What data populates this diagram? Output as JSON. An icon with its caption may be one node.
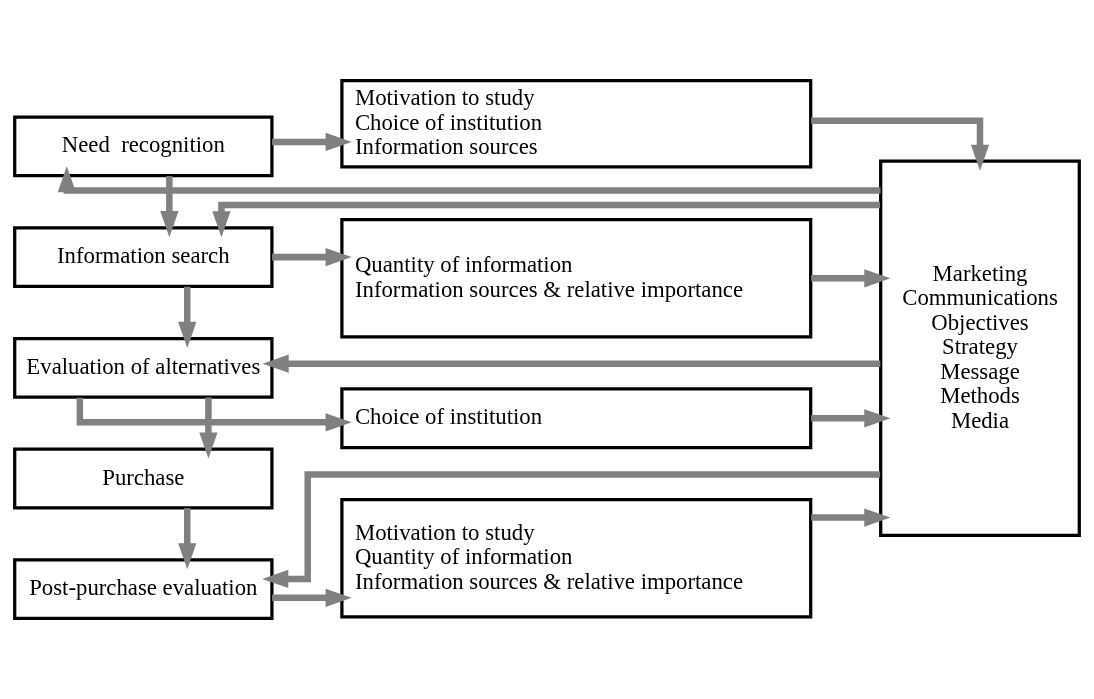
{
  "diagram": {
    "nodes": [
      {
        "text": [
          "Need  recognition"
        ]
      },
      {
        "text": [
          "Motivation to study",
          "Choice of institution",
          "Information sources"
        ]
      },
      {
        "text": [
          "Marketing",
          "Communications",
          "Objectives",
          "Strategy",
          "Message",
          "Methods",
          "Media"
        ]
      },
      {
        "text": [
          "Information search"
        ]
      },
      {
        "text": [
          "Quantity of information",
          "Information sources & relative importance"
        ]
      },
      {
        "text": [
          "Evaluation of alternatives"
        ]
      },
      {
        "text": [
          "Choice of institution"
        ]
      },
      {
        "text": [
          "Purchase"
        ]
      },
      {
        "text": [
          "Motivation to study",
          "Quantity of information",
          "Information sources & relative importance"
        ]
      },
      {
        "text": [
          "Post-purchase evaluation"
        ]
      }
    ],
    "edges": [
      {
        "from": 0,
        "to": 1,
        "arrow": "to"
      },
      {
        "from": 1,
        "to": 2,
        "arrow": "to"
      },
      {
        "from": 2,
        "to": 0,
        "arrow": "to"
      },
      {
        "from": 0,
        "to": 3,
        "arrow": "to"
      },
      {
        "from": 3,
        "to": 4,
        "arrow": "to"
      },
      {
        "from": 4,
        "to": 2,
        "arrow": "to"
      },
      {
        "from": 2,
        "to": 3,
        "arrow": "to"
      },
      {
        "from": 3,
        "to": 5,
        "arrow": "to"
      },
      {
        "from": 5,
        "to": 6,
        "arrow": "to"
      },
      {
        "from": 6,
        "to": 2,
        "arrow": "to"
      },
      {
        "from": 2,
        "to": 5,
        "arrow": "to"
      },
      {
        "from": 5,
        "to": 7,
        "arrow": "to"
      },
      {
        "from": 7,
        "to": 9,
        "arrow": "to"
      },
      {
        "from": 9,
        "to": 8,
        "arrow": "to"
      },
      {
        "from": 8,
        "to": 2,
        "arrow": "to"
      },
      {
        "from": 2,
        "to": 9,
        "arrow": "to"
      }
    ]
  }
}
